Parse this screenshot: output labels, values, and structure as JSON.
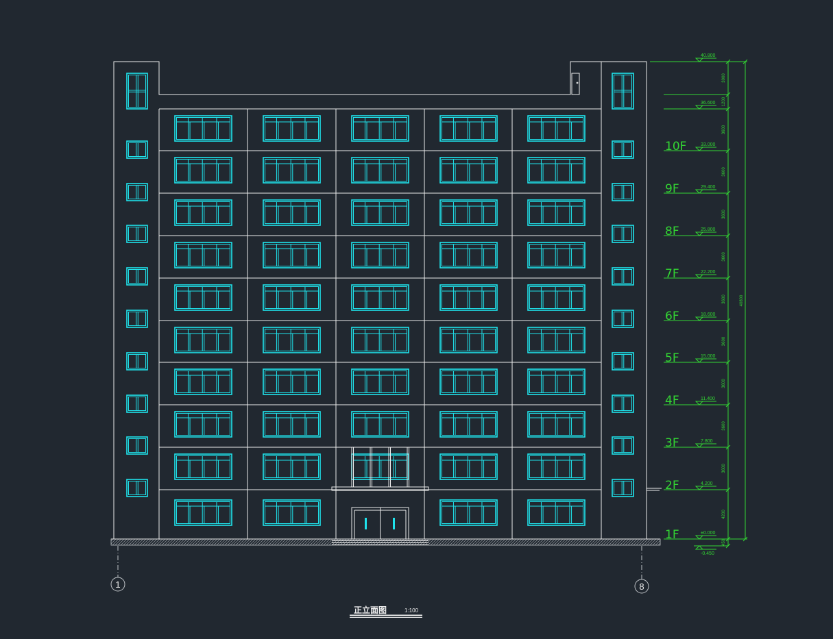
{
  "drawing": {
    "title": "正立面图",
    "scale": "1:100"
  },
  "axes": [
    {
      "label": "1"
    },
    {
      "label": "8"
    }
  ],
  "levels": [
    {
      "elevation": "40.800"
    },
    {
      "elevation": "36.600"
    },
    {
      "floor": "10F",
      "elevation": "33.000"
    },
    {
      "floor": "9F",
      "elevation": "29.400"
    },
    {
      "floor": "8F",
      "elevation": "25.800"
    },
    {
      "floor": "7F",
      "elevation": "22.200"
    },
    {
      "floor": "6F",
      "elevation": "18.600"
    },
    {
      "floor": "5F",
      "elevation": "15.000"
    },
    {
      "floor": "4F",
      "elevation": "11.400"
    },
    {
      "floor": "3F",
      "elevation": "7.800"
    },
    {
      "floor": "2F",
      "elevation": "4.200"
    },
    {
      "floor": "1F",
      "elevation": "±0.000"
    },
    {
      "elevation": "-0.450"
    }
  ],
  "dimensions": {
    "segments": [
      "3000",
      "1200",
      "3600",
      "3600",
      "3600",
      "3600",
      "3600",
      "3600",
      "3600",
      "3600",
      "3600",
      "4200",
      "450"
    ],
    "total": "40800"
  },
  "colors": {
    "background": "#212830",
    "linework": "#ececec",
    "windows": "#1fe3ec",
    "annotation": "#33d633",
    "ground": "#bfc3c7"
  }
}
